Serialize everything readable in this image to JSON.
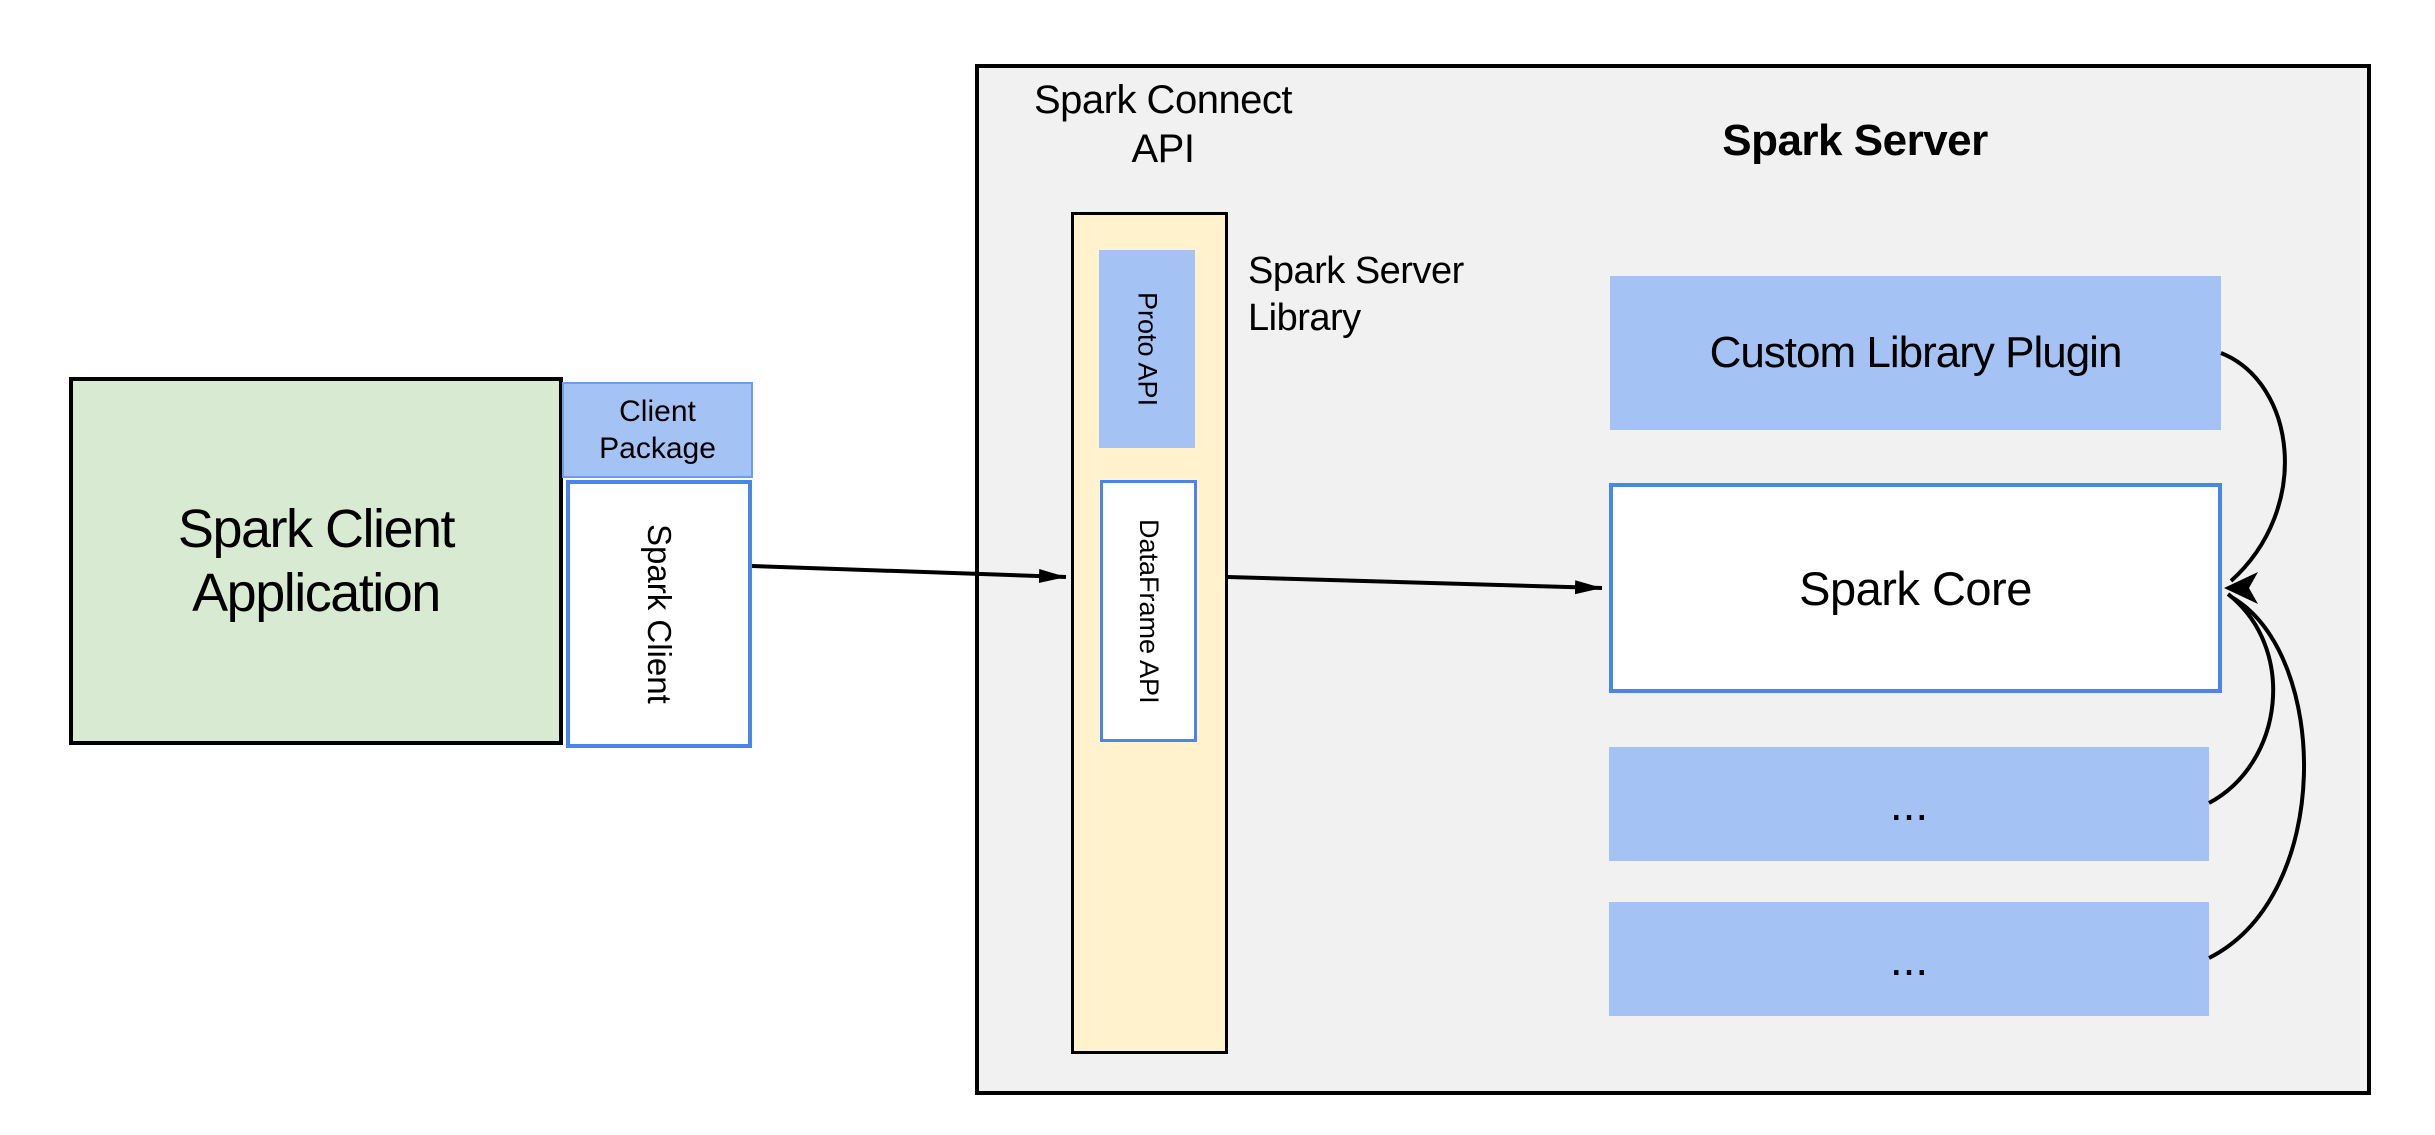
{
  "diagram": {
    "client_app": {
      "line1": "Spark Client",
      "line2": "Application"
    },
    "client_package": {
      "line1": "Client",
      "line2": "Package"
    },
    "spark_client": {
      "label": "Spark Client"
    },
    "spark_connect_api": {
      "line1": "Spark Connect",
      "line2": "API"
    },
    "proto_api": {
      "label": "Proto  API"
    },
    "dataframe_api": {
      "label": "DataFrame API"
    },
    "spark_server_library": {
      "line1": "Spark Server",
      "line2": "Library"
    },
    "spark_server": {
      "title": "Spark Server"
    },
    "custom_library_plugin": {
      "label": "Custom Library Plugin"
    },
    "spark_core": {
      "label": "Spark Core"
    },
    "plugin_slot_1": {
      "label": "..."
    },
    "plugin_slot_2": {
      "label": "..."
    }
  },
  "colors": {
    "background": "#ffffff",
    "group_fill": "#f1f1f1",
    "green_fill": "#d9ead3",
    "blue_fill": "#a4c2f4",
    "yellow_fill": "#fff2cc",
    "blue_border": "#4a86e8",
    "package_border": "#6d9eeb",
    "line": "#000000"
  }
}
